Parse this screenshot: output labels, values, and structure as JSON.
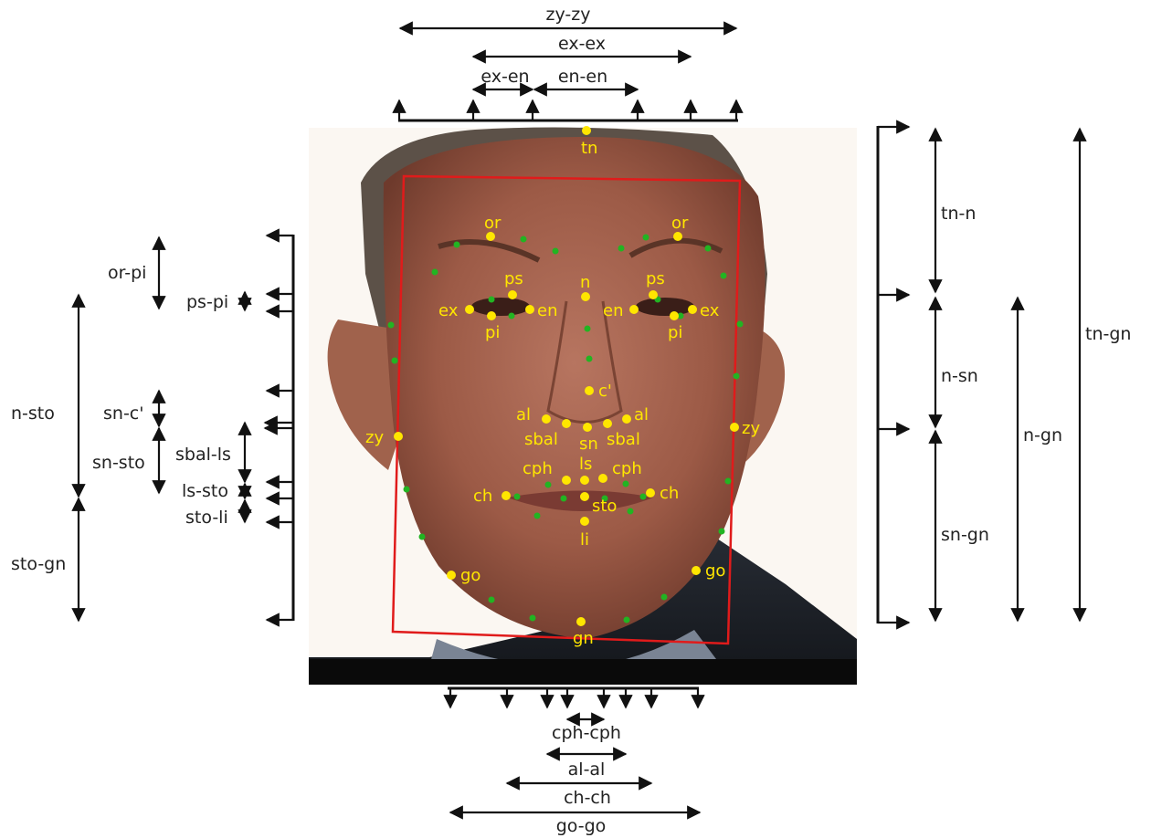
{
  "colors": {
    "landmark": "#ffe600",
    "contour_point": "#22b422",
    "box": "#e01b1b",
    "line": "#111111",
    "text": "#222222"
  },
  "landmark_names": [
    "tn",
    "or",
    "or",
    "ps",
    "ps",
    "n",
    "ex",
    "en",
    "en",
    "ex",
    "pi",
    "pi",
    "c'",
    "al",
    "al",
    "sbal",
    "sn",
    "sbal",
    "zy",
    "zy",
    "ls",
    "cph",
    "cph",
    "ch",
    "sto",
    "ch",
    "li",
    "go",
    "go",
    "gn"
  ],
  "top_measures": [
    "zy-zy",
    "ex-ex",
    "ex-en",
    "en-en"
  ],
  "bottom_measures": [
    "cph-cph",
    "al-al",
    "ch-ch",
    "go-go"
  ],
  "left_measures": [
    "or-pi",
    "ps-pi",
    "n-sto",
    "sn-c'",
    "sn-sto",
    "sbal-ls",
    "ls-sto",
    "sto-li",
    "sto-gn"
  ],
  "right_measures": [
    "tn-n",
    "n-sn",
    "sn-gn",
    "n-gn",
    "tn-gn"
  ]
}
